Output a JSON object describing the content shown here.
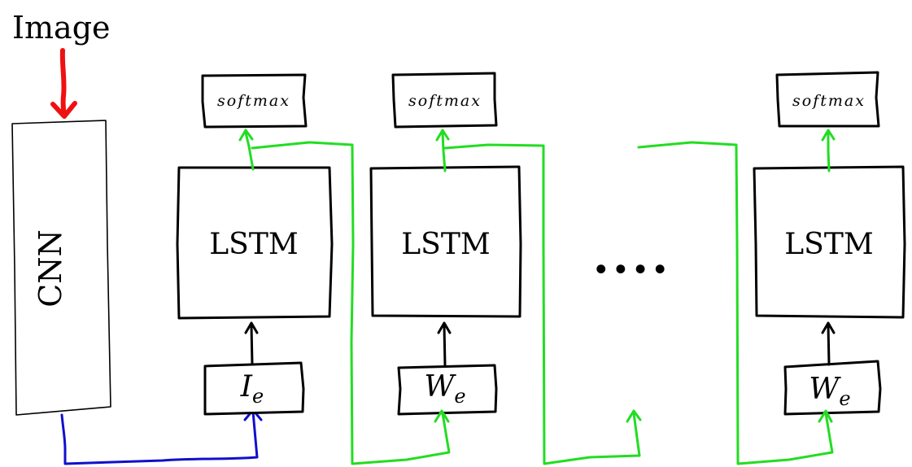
{
  "input_label": "Image",
  "cnn_label": "CNN",
  "lstm_label": "LSTM",
  "softmax_label": "softmax",
  "ellipsis": "....",
  "inputs": {
    "first_base": "I",
    "word_base": "W",
    "subscript": "e"
  },
  "colors": {
    "image_arrow": "#ee1111",
    "cnn_to_lstm": "#1010cc",
    "hidden_flow": "#22dd22",
    "ink": "#000000"
  }
}
